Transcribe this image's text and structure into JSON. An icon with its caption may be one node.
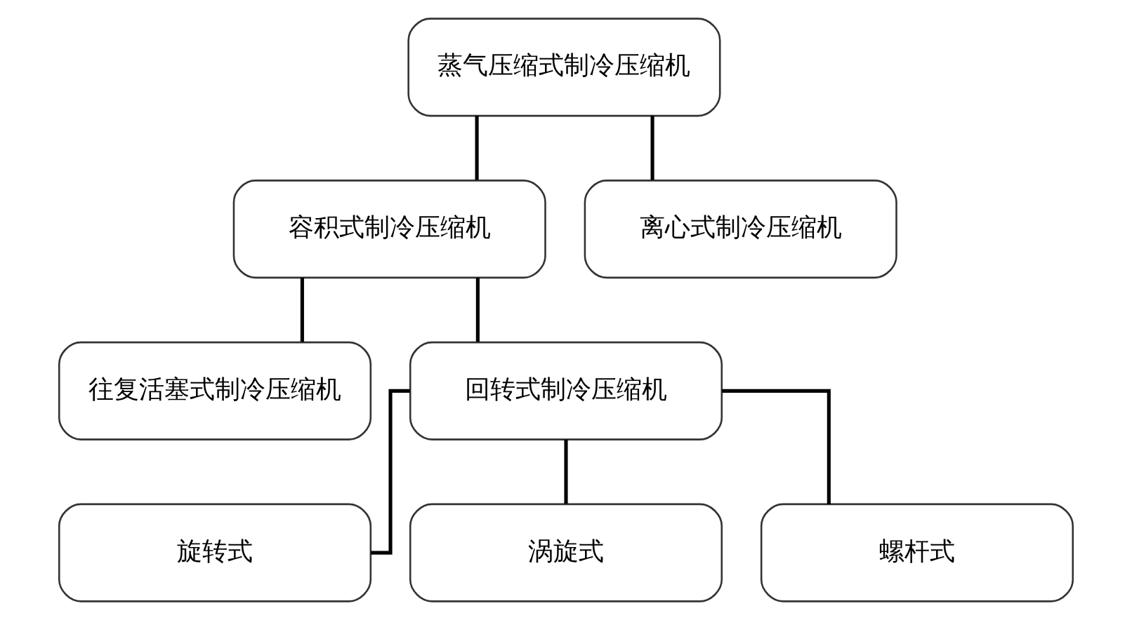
{
  "diagram": {
    "nodes": [
      {
        "text": [
          "蒸气压缩式制冷压缩机"
        ]
      },
      {
        "text": [
          "容积式制冷压缩机"
        ]
      },
      {
        "text": [
          "离心式制冷压缩机"
        ]
      },
      {
        "text": [
          "往复活塞式制冷压缩机"
        ]
      },
      {
        "text": [
          "回转式制冷压缩机"
        ]
      },
      {
        "text": [
          "旋转式"
        ]
      },
      {
        "text": [
          "涡旋式"
        ]
      },
      {
        "text": [
          "螺杆式"
        ]
      }
    ],
    "edges": [
      {
        "from": 0,
        "to": 1,
        "arrow": "none"
      },
      {
        "from": 0,
        "to": 2,
        "arrow": "none"
      },
      {
        "from": 1,
        "to": 3,
        "arrow": "none"
      },
      {
        "from": 1,
        "to": 4,
        "arrow": "none"
      },
      {
        "from": 4,
        "to": 5,
        "arrow": "none"
      },
      {
        "from": 4,
        "to": 6,
        "arrow": "none"
      },
      {
        "from": 4,
        "to": 7,
        "arrow": "none"
      }
    ]
  }
}
